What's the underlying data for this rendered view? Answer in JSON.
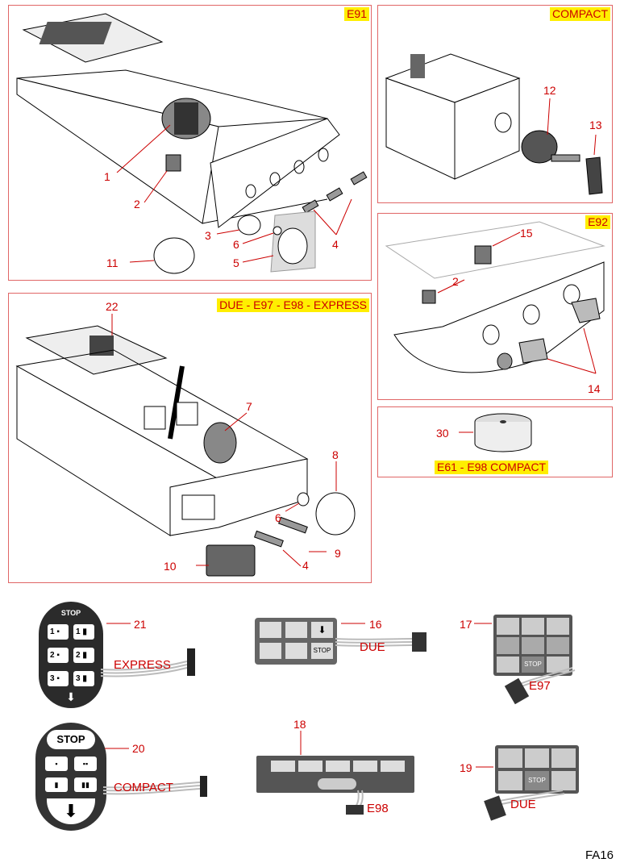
{
  "panels": {
    "e91": {
      "tag": "E91"
    },
    "compact": {
      "tag": "COMPACT"
    },
    "e92": {
      "tag": "E92"
    },
    "due_group": {
      "tag": "DUE - E97 - E98 - EXPRESS"
    },
    "e61": {
      "tag": "E61 - E98 COMPACT"
    }
  },
  "callouts": {
    "c1": "1",
    "c2": "2",
    "c3": "3",
    "c4": "4",
    "c5": "5",
    "c6": "6",
    "c11": "11",
    "c12": "12",
    "c13": "13",
    "c15": "15",
    "c2b": "2",
    "c14": "14",
    "c22": "22",
    "c7": "7",
    "c8": "8",
    "c6b": "6",
    "c9": "9",
    "c10": "10",
    "c4b": "4",
    "c30": "30",
    "c21": "21",
    "c16": "16",
    "c17": "17",
    "c20": "20",
    "c18": "18",
    "c19": "19"
  },
  "keypads": {
    "express": {
      "label": "EXPRESS",
      "stop": "STOP",
      "keys": [
        "1",
        "1",
        "2",
        "2",
        "3",
        "3"
      ]
    },
    "compact": {
      "label": "COMPACT",
      "stop": "STOP"
    },
    "due": {
      "label": "DUE",
      "stop": "STOP"
    },
    "e97": {
      "label": "E97",
      "stop": "STOP"
    },
    "e98": {
      "label": "E98"
    },
    "due2": {
      "label": "DUE",
      "stop": "STOP"
    }
  },
  "figure_ref": "FA16",
  "colors": {
    "accent": "#cc0000",
    "tag_bg": "#ffee00",
    "frame": "#e06666"
  }
}
